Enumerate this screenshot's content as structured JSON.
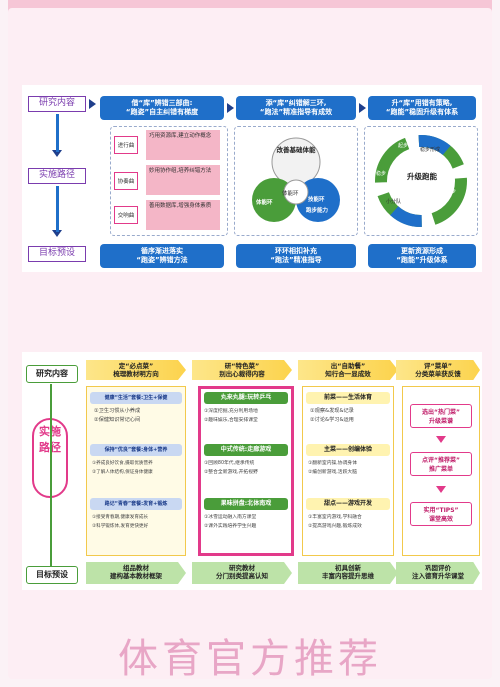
{
  "top": {
    "left_labels": [
      "研究内容",
      "实施路径",
      "目标预设"
    ],
    "headers": [
      {
        "line1": "借“库”辨错三部曲:",
        "line2": "“跑姿”自主纠错有梯度"
      },
      {
        "line1": "添“库”纠错解三环,",
        "line2": "“跑法”精准指导有成效"
      },
      {
        "line1": "升“库”用错有策略,",
        "line2": "“跑能”稳固升级有体系"
      }
    ],
    "steps": [
      "进行曲",
      "协奏曲",
      "交响曲"
    ],
    "step_texts": [
      "巧用资源库,建立动作概念",
      "妙用协作组,培养纠错方法",
      "善用数据库,增强身体素质"
    ],
    "cycle_labels": [
      "改善基础体能",
      "体能环",
      "体能环",
      "技能环",
      "跑步能力"
    ],
    "cycle_center": "体能环",
    "upgrade_center": "升级跑能",
    "upgrade_labels": [
      "起步",
      "稳步",
      "快步",
      "跑步",
      "小分队",
      "稳步形成"
    ],
    "bottoms": [
      {
        "line1": "循序渐进落实",
        "line2": "“跑姿”辨错方法"
      },
      {
        "line1": "环环相扣补充",
        "line2": "“跑法”精准指导"
      },
      {
        "line1": "更新资源形成",
        "line2": "“跑能”升级体系"
      }
    ]
  },
  "bottom": {
    "left_labels": [
      "研究内容",
      "实施路径",
      "目标预设"
    ],
    "path_char": "实施路径",
    "headers": [
      {
        "line1": "定“必点菜”",
        "line2": "梳理教材明方向"
      },
      {
        "line1": "研“特色菜”",
        "line2": "别出心裁得内容"
      },
      {
        "line1": "出“自助餐”",
        "line2": "知行合一显成效"
      },
      {
        "line1": "评“菜单”",
        "line2": "分类菜单获反馈"
      }
    ],
    "col1": [
      {
        "title": "健康“生活”套餐:卫生+保健",
        "items": [
          "①卫生习惯从小养成",
          "②保健知识常记心间"
        ]
      },
      {
        "title": "保持“优良”套餐:身体+营养",
        "items": [
          "①养成良好饮食,摄取优质营养",
          "②了解人体结构,保证身体健康"
        ]
      },
      {
        "title": "路记“青春”套餐:发育+锻炼",
        "items": [
          "①接受青春期,健康发育成长",
          "②科学锻炼体,发育更快更好"
        ]
      }
    ],
    "col2": [
      {
        "title": "丸来丸腿:玩转乒乓",
        "items": [
          "①深度挖掘,充分利用场地",
          "②趣味娱乐,合理安排课堂"
        ]
      },
      {
        "title": "中式传统:走廊游戏",
        "items": [
          "①回顾80年代,继承传统",
          "②整合全新游戏,开拓视野"
        ]
      },
      {
        "title": "果味拼盘:北体南戏",
        "items": [
          "①冰雪运动融入南方课堂",
          "②课外实践培养学生兴趣"
        ]
      }
    ],
    "col3": [
      {
        "title": "前菜——生活体育",
        "items": [
          "①观察&发现&记录",
          "②讨论&学习&运用"
        ]
      },
      {
        "title": "主菜——创编体验",
        "items": [
          "①翻新室内操,协调身体",
          "②编创新游戏,活跃大脑"
        ]
      },
      {
        "title": "甜点——游戏开发",
        "items": [
          "①丰富室内游戏,学科融合",
          "②提高游戏兴趣,锻炼成效"
        ]
      }
    ],
    "col4": [
      {
        "line1": "选出“热门菜”",
        "line2": "升级菜谱"
      },
      {
        "line1": "点评“推荐菜”",
        "line2": "推广菜单"
      },
      {
        "line1": "实用“TIPS”",
        "line2": "课堂高效"
      }
    ],
    "bottoms": [
      {
        "line1": "组品教材",
        "line2": "建构基本教材框架"
      },
      {
        "line1": "研究教材",
        "line2": "分门别类提高认知"
      },
      {
        "line1": "初具创新",
        "line2": "丰富内容提升思维"
      },
      {
        "line1": "巩固评价",
        "line2": "注入德育升华课堂"
      }
    ]
  },
  "footer_title": "体育官方推荐",
  "colors": {
    "blue": "#1f6fc9",
    "purple": "#7a3cae",
    "pink": "#e23a8a",
    "green": "#4a9d3a"
  }
}
